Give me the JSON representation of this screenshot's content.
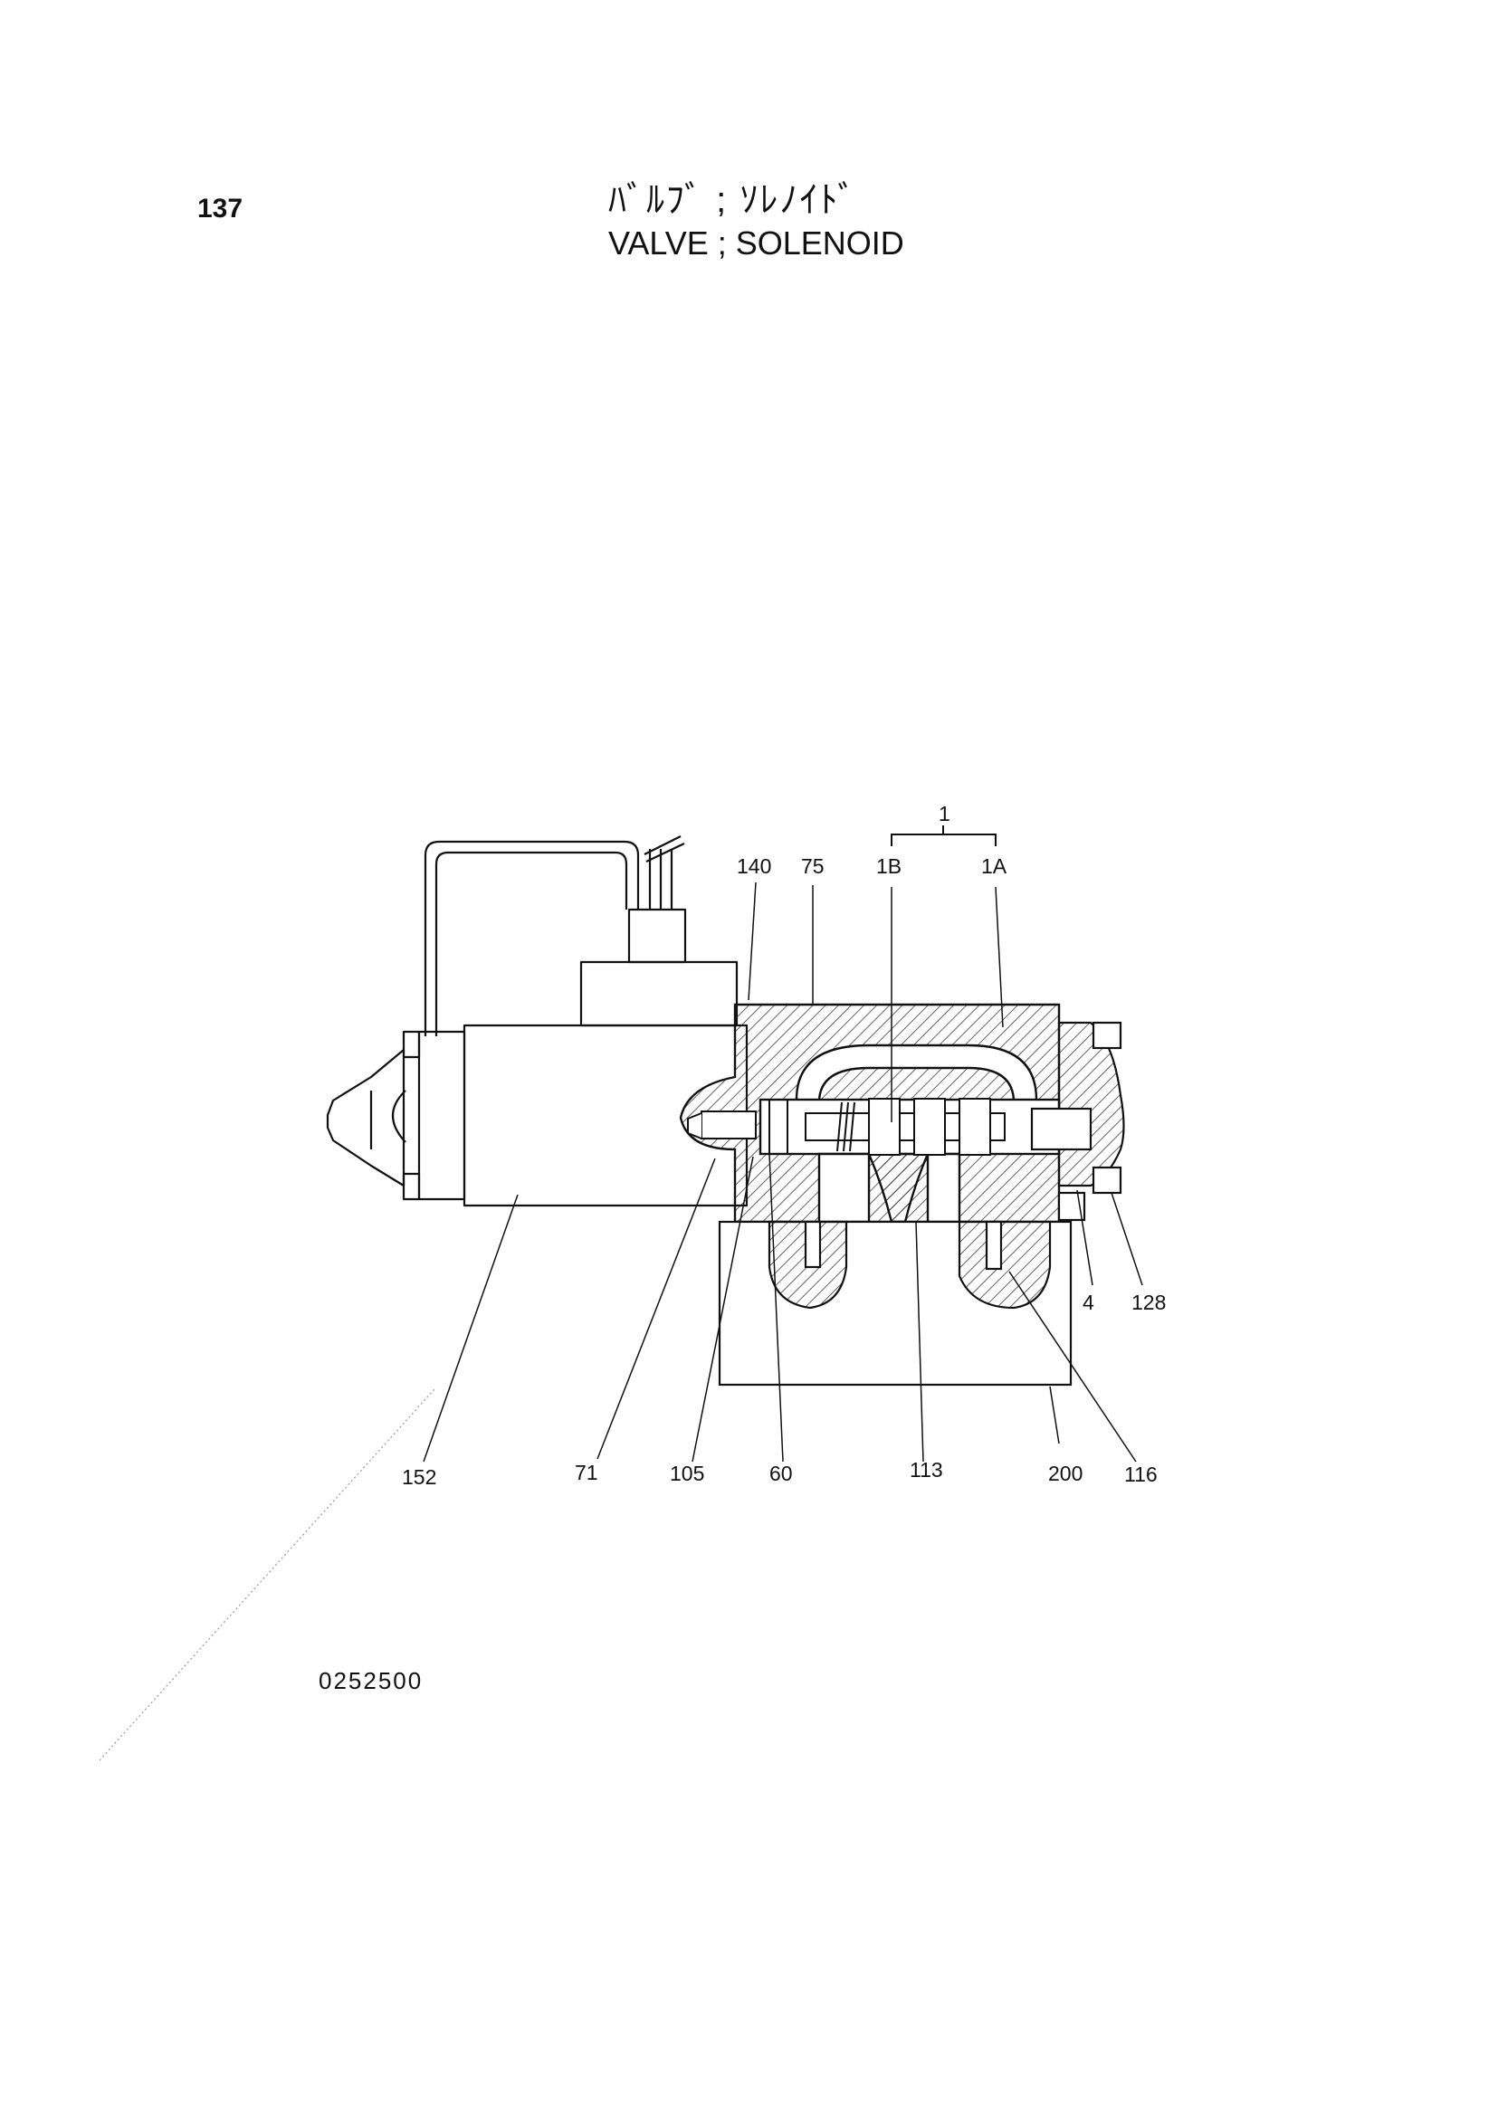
{
  "page": {
    "number": "137",
    "drawing_number": "0252500"
  },
  "title": {
    "japanese": "ﾊﾞﾙﾌﾞ ; ｿﾚﾉｲﾄﾞ",
    "english": "VALVE ; SOLENOID"
  },
  "callouts": {
    "c1": "1",
    "c140": "140",
    "c75": "75",
    "c1B": "1B",
    "c1A": "1A",
    "c4": "4",
    "c128": "128",
    "c152": "152",
    "c71": "71",
    "c105": "105",
    "c60": "60",
    "c113": "113",
    "c200": "200",
    "c116": "116"
  }
}
